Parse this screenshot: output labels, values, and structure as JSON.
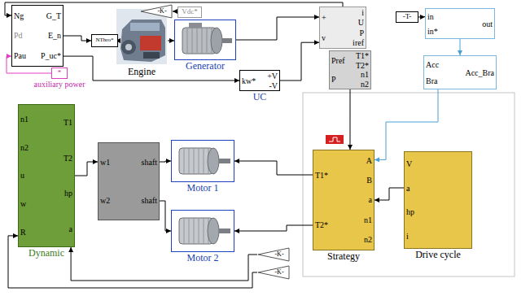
{
  "diagram": {
    "nodes": [
      {
        "text": [
          "Ng",
          "G_T",
          "Pd",
          "E_n",
          "Pau",
          "P_uc*"
        ]
      },
      {
        "text": [
          "*",
          "auxiliary power"
        ]
      },
      {
        "text": [
          "-K-"
        ]
      },
      {
        "text": [
          "Vdc*"
        ]
      },
      {
        "text": [
          "NThro*"
        ]
      },
      {
        "text": [
          "Engine"
        ]
      },
      {
        "text": [
          "Generator"
        ]
      },
      {
        "text": [
          "+",
          "v",
          "i",
          "U",
          "P",
          "iref"
        ]
      },
      {
        "text": [
          "Pref",
          "P",
          "T1*",
          "T2*",
          "n1",
          "n2"
        ]
      },
      {
        "text": [
          "-T-"
        ]
      },
      {
        "text": [
          "in",
          "in*",
          "out"
        ]
      },
      {
        "text": [
          "Acc",
          "Bra",
          "Acc_Bra"
        ]
      },
      {
        "text": [
          "kw*",
          "+V",
          "-V",
          "UC"
        ]
      },
      {
        "text": [
          "n1",
          "n2",
          "u",
          "w",
          "R",
          "T1",
          "T2",
          "hp",
          "a",
          "Dynamic"
        ]
      },
      {
        "text": [
          "w1",
          "w2",
          "shaft",
          "shaft"
        ]
      },
      {
        "text": [
          "Motor 1"
        ]
      },
      {
        "text": [
          "Motor 2"
        ]
      },
      {
        "text": [
          "-K-"
        ]
      },
      {
        "text": [
          "-K-"
        ]
      },
      {
        "text": [
          "A",
          "B",
          "T1*",
          "T2*",
          "a",
          "n1",
          "n2",
          "Strategy"
        ]
      },
      {
        "text": [
          "V",
          "a",
          "hp",
          "i",
          "Drive cycle"
        ]
      }
    ],
    "edges": [
      {
        "from": 0,
        "to": 4,
        "arrow": "to"
      },
      {
        "from": 4,
        "to": 5,
        "arrow": "to"
      },
      {
        "from": 5,
        "to": 6,
        "arrow": "to"
      },
      {
        "from": 6,
        "to": 7,
        "arrow": "to"
      },
      {
        "from": 12,
        "to": 7,
        "arrow": "to"
      },
      {
        "from": 3,
        "to": 2,
        "arrow": "to"
      },
      {
        "from": 9,
        "to": 10,
        "arrow": "to"
      },
      {
        "from": 10,
        "to": 11,
        "arrow": "to"
      },
      {
        "from": 11,
        "to": 19,
        "arrow": "to"
      },
      {
        "from": 8,
        "to": 19,
        "arrow": "to"
      },
      {
        "from": 19,
        "to": 15,
        "arrow": "to"
      },
      {
        "from": 19,
        "to": 16,
        "arrow": "to"
      },
      {
        "from": 13,
        "to": 14,
        "arrow": "to"
      },
      {
        "from": 14,
        "to": 15,
        "arrow": "to"
      },
      {
        "from": 14,
        "to": 16,
        "arrow": "to"
      },
      {
        "from": 20,
        "to": 19,
        "arrow": "to"
      },
      {
        "from": 17,
        "to": 13,
        "arrow": "to"
      },
      {
        "from": 18,
        "to": 13,
        "arrow": "to"
      },
      {
        "from": 1,
        "to": 0,
        "arrow": "to"
      },
      {
        "from": 7,
        "to": 0,
        "arrow": "to"
      },
      {
        "from": 0,
        "to": 12,
        "arrow": "to"
      }
    ]
  }
}
